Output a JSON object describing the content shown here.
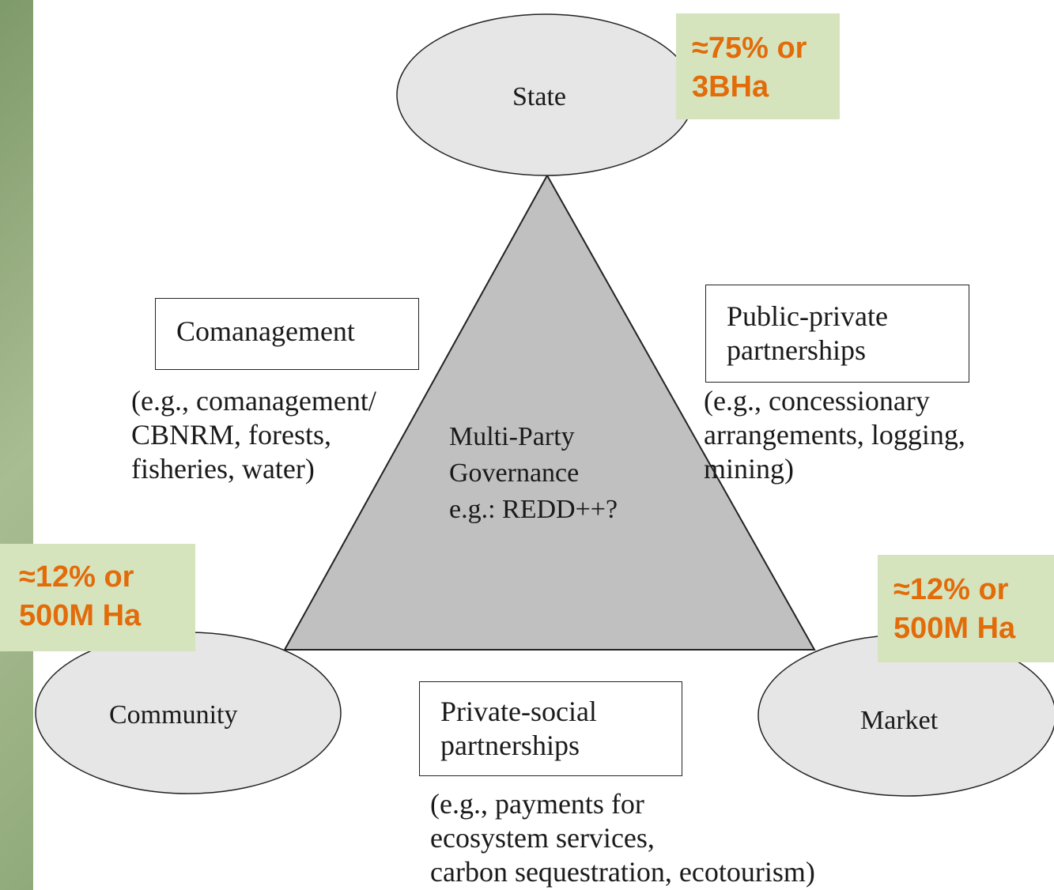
{
  "diagram": {
    "nodes": {
      "state": "State",
      "community": "Community",
      "market": "Market"
    },
    "center": {
      "line1": "Multi-Party",
      "line2": "Governance",
      "line3": "e.g.: REDD++?"
    },
    "boxes": {
      "comanagement": {
        "title": "Comanagement",
        "examples": "(e.g., comanagement/\nCBNRM, forests,\nfisheries, water)"
      },
      "public_private": {
        "title": "Public-private\npartnerships",
        "examples": "(e.g., concessionary\narrangements, logging,\nmining)"
      },
      "private_social": {
        "title": "Private-social\npartnerships",
        "examples": "(e.g., payments for\necosystem services,\ncarbon sequestration, ecotourism)"
      }
    },
    "callouts": {
      "state": "≈75% or\n3BHa",
      "community": "≈12% or\n500M Ha",
      "market": "≈12% or\n500M Ha"
    }
  },
  "colors": {
    "callout_bg": "#d6e4bd",
    "callout_text": "#e26b0a",
    "triangle_fill": "#c0c0c0",
    "ellipse_fill": "#e6e6e6"
  }
}
